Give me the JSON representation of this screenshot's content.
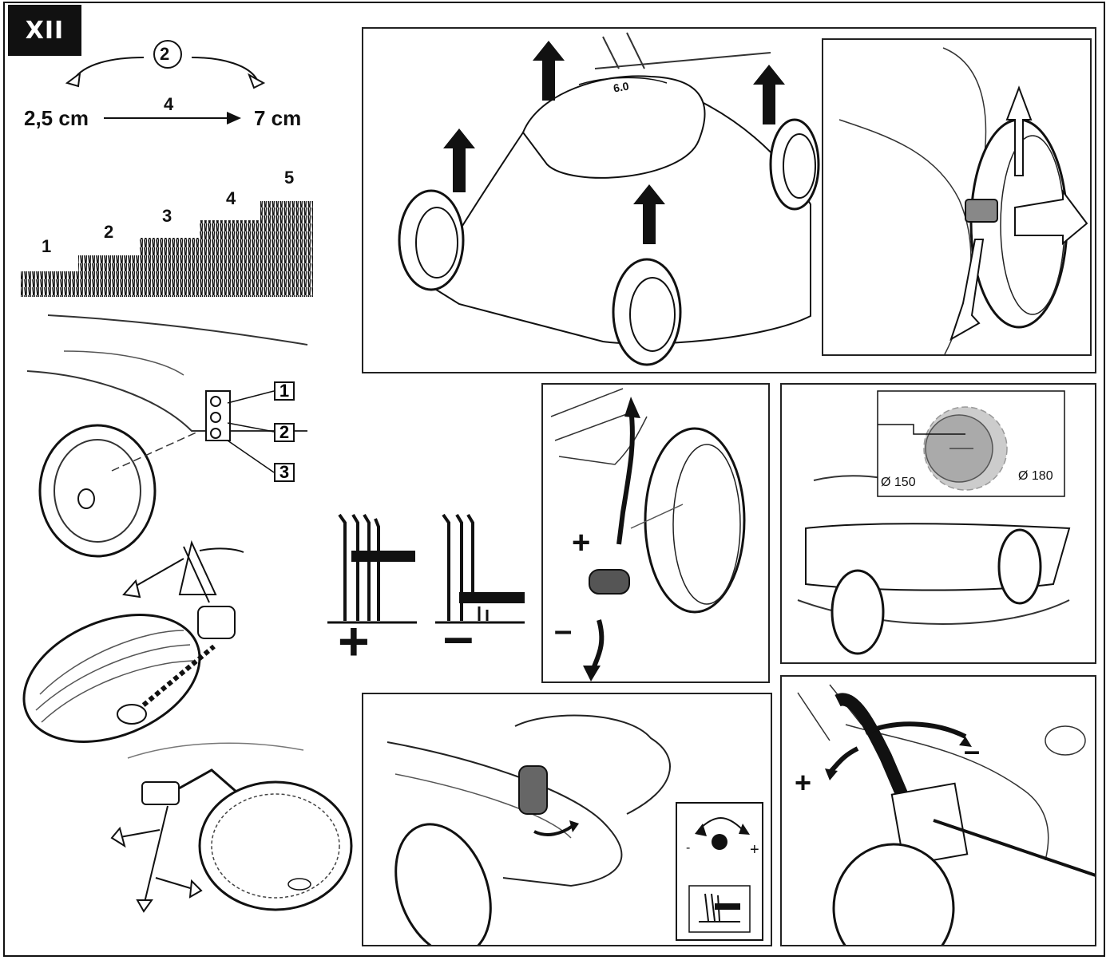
{
  "section_badge": "XII",
  "height_scale": {
    "circled": "2",
    "min": "2,5 cm",
    "steps": "4",
    "max": "7 cm",
    "levels": [
      "1",
      "2",
      "3",
      "4",
      "5"
    ]
  },
  "bracket_labels": [
    "1",
    "2",
    "3"
  ],
  "symbols": {
    "plus": "+",
    "minus": "–"
  },
  "lever_signs": {
    "plus": "+",
    "minus": "–"
  },
  "blade_panel": {
    "d1": "Ø 150",
    "d2": "Ø 180"
  },
  "knob_inset": {
    "minus": "-",
    "plus": "+"
  },
  "handle_signs": {
    "plus": "+",
    "minus": "–"
  },
  "engine_badge": "6.0"
}
